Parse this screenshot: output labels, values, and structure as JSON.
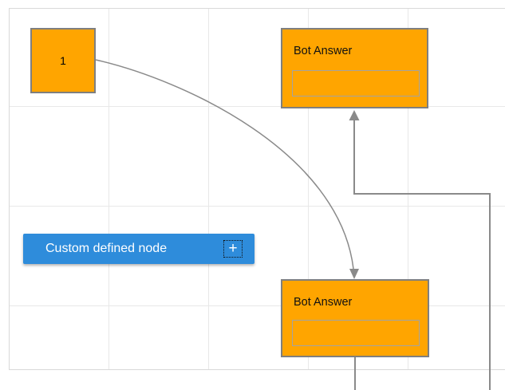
{
  "diagram": {
    "nodes": {
      "start": {
        "label": "1"
      },
      "bot_answer_top": {
        "title": "Bot Answer"
      },
      "bot_answer_bottom": {
        "title": "Bot Answer"
      },
      "custom": {
        "label": "Custom defined node"
      }
    }
  },
  "icons": {
    "add_icon": "+"
  },
  "colors": {
    "node_fill": "#FFA500",
    "node_border": "#7F7F7F",
    "accent_blue": "#2E8CDB",
    "connector_gray": "#8A8A8A",
    "grid_line": "#E8E8E8",
    "grid_border": "#D9D9D9",
    "button_text": "#FFFFFF",
    "node_text": "#000000"
  }
}
